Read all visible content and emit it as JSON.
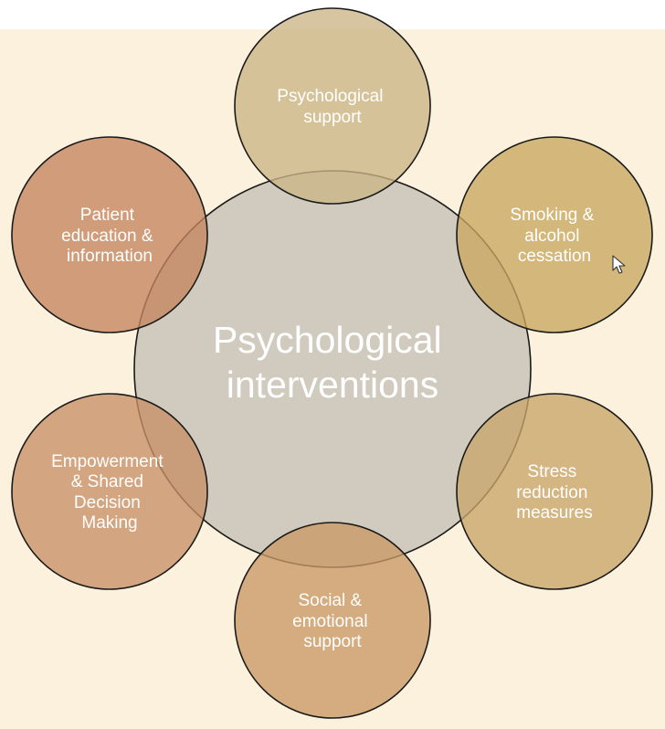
{
  "center": {
    "lines": [
      "Psychological",
      "interventions"
    ],
    "color": "#c8c4b8"
  },
  "nodes": [
    {
      "id": "psychological-support",
      "lines": [
        "Psychological",
        "support"
      ],
      "color": "#cbb585"
    },
    {
      "id": "smoking-alcohol-cessation",
      "lines": [
        "Smoking &",
        "alcohol",
        "cessation"
      ],
      "color": "#c9a75f"
    },
    {
      "id": "stress-reduction-measures",
      "lines": [
        "Stress",
        "reduction",
        "measures"
      ],
      "color": "#c9a56a"
    },
    {
      "id": "social-emotional-support",
      "lines": [
        "Social &",
        "emotional",
        "support"
      ],
      "color": "#c99865"
    },
    {
      "id": "empowerment-shared-decision-making",
      "lines": [
        "Empowerment",
        "& Shared",
        "Decision",
        "Making"
      ],
      "color": "#c88f66"
    },
    {
      "id": "patient-education-information",
      "lines": [
        "Patient",
        "education &",
        "information"
      ],
      "color": "#c4845f"
    }
  ]
}
